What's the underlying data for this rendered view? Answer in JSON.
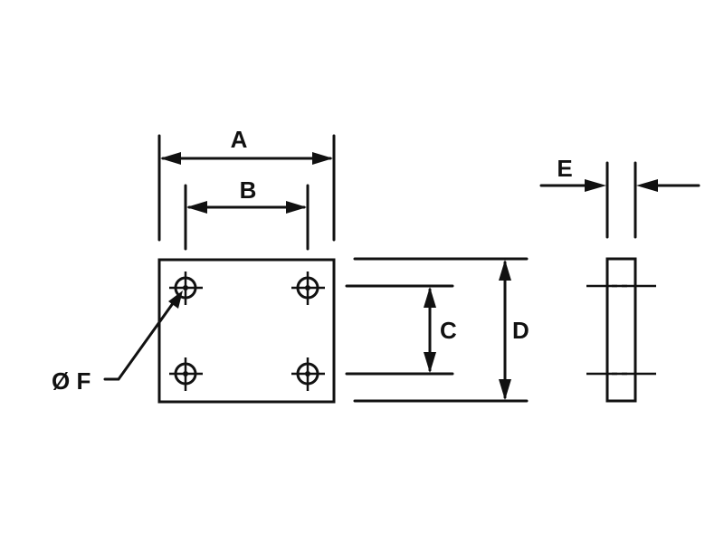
{
  "labels": {
    "a": "A",
    "b": "B",
    "c": "C",
    "d": "D",
    "e": "E",
    "f": "Ø F"
  },
  "colors": {
    "ink": "#111111",
    "paper": "#ffffff"
  }
}
